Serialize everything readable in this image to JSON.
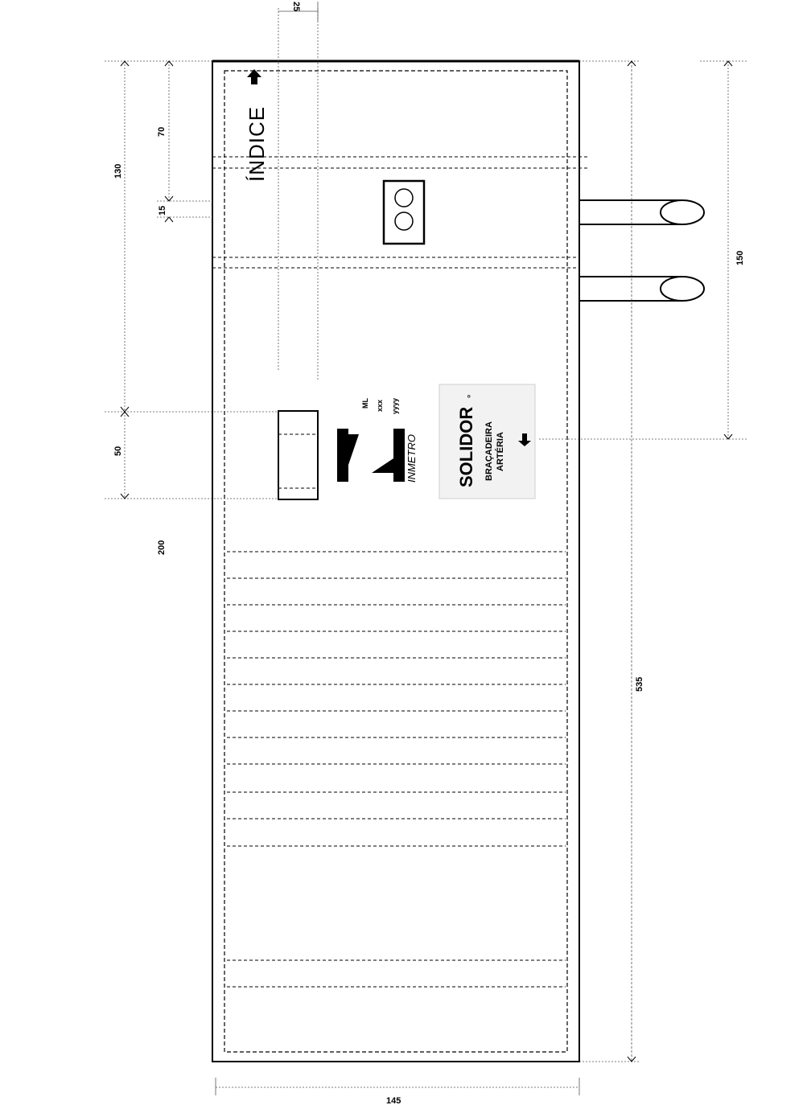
{
  "dimensions": {
    "tab_width": "25",
    "top_section": "130",
    "index_length": "70",
    "index_gap": "15",
    "label_height": "50",
    "lower_section": "200",
    "tube_spacing": "150",
    "total_length": "535",
    "width": "145"
  },
  "cuff": {
    "index_text": "ÍNDICE",
    "brand_name": "SOLIDOR",
    "brand_mark": "°",
    "subtitle_1": "BRAÇADEIRA",
    "subtitle_2": "ARTÉRIA",
    "inmetro_text": "INMETRO",
    "cert_ml": "ML",
    "cert_xxx": "xxx",
    "cert_yyyy": "yyyy"
  },
  "icons": [
    "arrow-up-icon",
    "arrow-down-icon",
    "inmetro-logo-icon"
  ]
}
